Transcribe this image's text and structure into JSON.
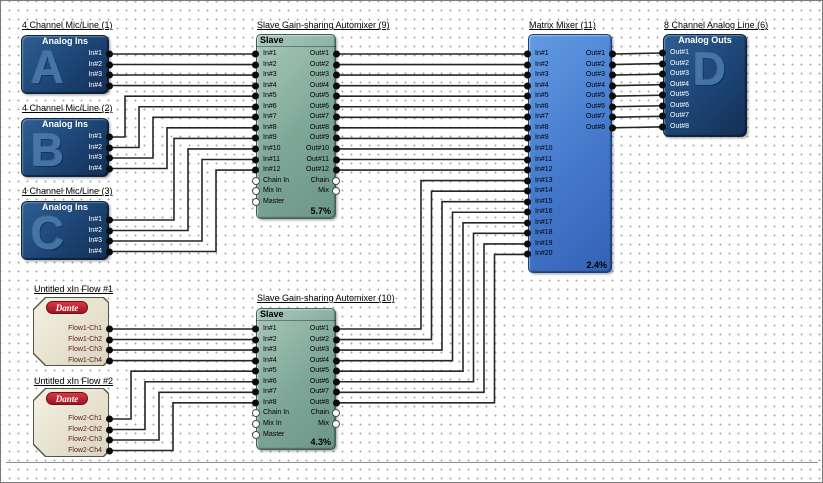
{
  "app": {
    "view_name": "signal-flow-design-canvas"
  },
  "colors": {
    "wire": "#262626",
    "analog_block": "#1c4474",
    "automixer_block": "#7da697",
    "matrix_block": "#4478cc",
    "dante_block": "#e6e2cf",
    "dante_badge": "#b01c28",
    "grid_dot": "#a9a9a9"
  },
  "nodes": [
    {
      "id": "mic1",
      "type": "analog-in",
      "title": "4 Channel Mic/Line (1)",
      "header": "Analog Ins",
      "watermark": "A",
      "ports": {
        "right": [
          {
            "label": "In#1",
            "kind": "signal"
          },
          {
            "label": "In#2",
            "kind": "signal"
          },
          {
            "label": "In#3",
            "kind": "signal"
          },
          {
            "label": "In#4",
            "kind": "signal"
          }
        ]
      }
    },
    {
      "id": "mic2",
      "type": "analog-in",
      "title": "4 Channel Mic/Line (2)",
      "header": "Analog Ins",
      "watermark": "B",
      "ports": {
        "right": [
          {
            "label": "In#1",
            "kind": "signal"
          },
          {
            "label": "In#2",
            "kind": "signal"
          },
          {
            "label": "In#3",
            "kind": "signal"
          },
          {
            "label": "In#4",
            "kind": "signal"
          }
        ]
      }
    },
    {
      "id": "mic3",
      "type": "analog-in",
      "title": "4 Channel Mic/Line (3)",
      "header": "Analog Ins",
      "watermark": "C",
      "ports": {
        "right": [
          {
            "label": "In#1",
            "kind": "signal"
          },
          {
            "label": "In#2",
            "kind": "signal"
          },
          {
            "label": "In#3",
            "kind": "signal"
          },
          {
            "label": "In#4",
            "kind": "signal"
          }
        ]
      }
    },
    {
      "id": "am9",
      "type": "automixer",
      "title": "Slave Gain-sharing Automixer (9)",
      "header": "Slave",
      "percent": "5.7%",
      "ports": {
        "left": [
          {
            "label": "In#1",
            "kind": "signal"
          },
          {
            "label": "In#2",
            "kind": "signal"
          },
          {
            "label": "In#3",
            "kind": "signal"
          },
          {
            "label": "In#4",
            "kind": "signal"
          },
          {
            "label": "In#5",
            "kind": "signal"
          },
          {
            "label": "In#6",
            "kind": "signal"
          },
          {
            "label": "In#7",
            "kind": "signal"
          },
          {
            "label": "In#8",
            "kind": "signal"
          },
          {
            "label": "In#9",
            "kind": "signal"
          },
          {
            "label": "In#10",
            "kind": "signal"
          },
          {
            "label": "In#11",
            "kind": "signal"
          },
          {
            "label": "In#12",
            "kind": "signal"
          },
          {
            "label": "Chain In",
            "kind": "control"
          },
          {
            "label": "Mix In",
            "kind": "control"
          },
          {
            "label": "Master",
            "kind": "control"
          }
        ],
        "right": [
          {
            "label": "Out#1",
            "kind": "signal"
          },
          {
            "label": "Out#2",
            "kind": "signal"
          },
          {
            "label": "Out#3",
            "kind": "signal"
          },
          {
            "label": "Out#4",
            "kind": "signal"
          },
          {
            "label": "Out#5",
            "kind": "signal"
          },
          {
            "label": "Out#6",
            "kind": "signal"
          },
          {
            "label": "Out#7",
            "kind": "signal"
          },
          {
            "label": "Out#8",
            "kind": "signal"
          },
          {
            "label": "Out#9",
            "kind": "signal"
          },
          {
            "label": "Out#10",
            "kind": "signal"
          },
          {
            "label": "Out#11",
            "kind": "signal"
          },
          {
            "label": "Out#12",
            "kind": "signal"
          },
          {
            "label": "Chain",
            "kind": "control"
          },
          {
            "label": "Mix",
            "kind": "control"
          }
        ]
      }
    },
    {
      "id": "am10",
      "type": "automixer",
      "title": "Slave Gain-sharing Automixer (10)",
      "header": "Slave",
      "percent": "4.3%",
      "ports": {
        "left": [
          {
            "label": "In#1",
            "kind": "signal"
          },
          {
            "label": "In#2",
            "kind": "signal"
          },
          {
            "label": "In#3",
            "kind": "signal"
          },
          {
            "label": "In#4",
            "kind": "signal"
          },
          {
            "label": "In#5",
            "kind": "signal"
          },
          {
            "label": "In#6",
            "kind": "signal"
          },
          {
            "label": "In#7",
            "kind": "signal"
          },
          {
            "label": "In#8",
            "kind": "signal"
          },
          {
            "label": "Chain In",
            "kind": "control"
          },
          {
            "label": "Mix In",
            "kind": "control"
          },
          {
            "label": "Master",
            "kind": "control"
          }
        ],
        "right": [
          {
            "label": "Out#1",
            "kind": "signal"
          },
          {
            "label": "Out#2",
            "kind": "signal"
          },
          {
            "label": "Out#3",
            "kind": "signal"
          },
          {
            "label": "Out#4",
            "kind": "signal"
          },
          {
            "label": "Out#5",
            "kind": "signal"
          },
          {
            "label": "Out#6",
            "kind": "signal"
          },
          {
            "label": "Out#7",
            "kind": "signal"
          },
          {
            "label": "Out#8",
            "kind": "signal"
          },
          {
            "label": "Chain",
            "kind": "control"
          },
          {
            "label": "Mix",
            "kind": "control"
          }
        ]
      }
    },
    {
      "id": "mm",
      "type": "matrix",
      "title": "Matrix Mixer (11)",
      "percent": "2.4%",
      "ports": {
        "left": [
          {
            "label": "In#1",
            "kind": "signal"
          },
          {
            "label": "In#2",
            "kind": "signal"
          },
          {
            "label": "In#3",
            "kind": "signal"
          },
          {
            "label": "In#4",
            "kind": "signal"
          },
          {
            "label": "In#5",
            "kind": "signal"
          },
          {
            "label": "In#6",
            "kind": "signal"
          },
          {
            "label": "In#7",
            "kind": "signal"
          },
          {
            "label": "In#8",
            "kind": "signal"
          },
          {
            "label": "In#9",
            "kind": "signal"
          },
          {
            "label": "In#10",
            "kind": "signal"
          },
          {
            "label": "In#11",
            "kind": "signal"
          },
          {
            "label": "In#12",
            "kind": "signal"
          },
          {
            "label": "In#13",
            "kind": "signal"
          },
          {
            "label": "In#14",
            "kind": "signal"
          },
          {
            "label": "In#15",
            "kind": "signal"
          },
          {
            "label": "In#16",
            "kind": "signal"
          },
          {
            "label": "In#17",
            "kind": "signal"
          },
          {
            "label": "In#18",
            "kind": "signal"
          },
          {
            "label": "In#19",
            "kind": "signal"
          },
          {
            "label": "In#20",
            "kind": "signal"
          }
        ],
        "right": [
          {
            "label": "Out#1",
            "kind": "signal"
          },
          {
            "label": "Out#2",
            "kind": "signal"
          },
          {
            "label": "Out#3",
            "kind": "signal"
          },
          {
            "label": "Out#4",
            "kind": "signal"
          },
          {
            "label": "Out#5",
            "kind": "signal"
          },
          {
            "label": "Out#6",
            "kind": "signal"
          },
          {
            "label": "Out#7",
            "kind": "signal"
          },
          {
            "label": "Out#8",
            "kind": "signal"
          }
        ]
      }
    },
    {
      "id": "ao",
      "type": "analog-out",
      "title": "8 Channel Analog Line (6)",
      "header": "Analog Outs",
      "watermark": "D",
      "ports": {
        "left": [
          {
            "label": "Out#1",
            "kind": "signal"
          },
          {
            "label": "Out#2",
            "kind": "signal"
          },
          {
            "label": "Out#3",
            "kind": "signal"
          },
          {
            "label": "Out#4",
            "kind": "signal"
          },
          {
            "label": "Out#5",
            "kind": "signal"
          },
          {
            "label": "Out#6",
            "kind": "signal"
          },
          {
            "label": "Out#7",
            "kind": "signal"
          },
          {
            "label": "Out#8",
            "kind": "signal"
          }
        ]
      }
    },
    {
      "id": "dante1",
      "type": "dante",
      "title": "Untitled xIn Flow #1",
      "badge": "Dante",
      "ports": {
        "right": [
          {
            "label": "Flow1-Ch1",
            "kind": "signal"
          },
          {
            "label": "Flow1-Ch2",
            "kind": "signal"
          },
          {
            "label": "Flow1-Ch3",
            "kind": "signal"
          },
          {
            "label": "Flow1-Ch4",
            "kind": "signal"
          }
        ]
      }
    },
    {
      "id": "dante2",
      "type": "dante",
      "title": "Untitled xIn Flow #2",
      "badge": "Dante",
      "ports": {
        "right": [
          {
            "label": "Flow2-Ch1",
            "kind": "signal"
          },
          {
            "label": "Flow2-Ch2",
            "kind": "signal"
          },
          {
            "label": "Flow2-Ch3",
            "kind": "signal"
          },
          {
            "label": "Flow2-Ch4",
            "kind": "signal"
          }
        ]
      }
    }
  ],
  "connections": [
    {
      "from": "mic1.right.0",
      "to": "am9.left.0"
    },
    {
      "from": "mic1.right.1",
      "to": "am9.left.1"
    },
    {
      "from": "mic1.right.2",
      "to": "am9.left.2"
    },
    {
      "from": "mic1.right.3",
      "to": "am9.left.3"
    },
    {
      "from": "mic2.right.0",
      "to": "am9.left.4"
    },
    {
      "from": "mic2.right.1",
      "to": "am9.left.5"
    },
    {
      "from": "mic2.right.2",
      "to": "am9.left.6"
    },
    {
      "from": "mic2.right.3",
      "to": "am9.left.7"
    },
    {
      "from": "mic3.right.0",
      "to": "am9.left.8"
    },
    {
      "from": "mic3.right.1",
      "to": "am9.left.9"
    },
    {
      "from": "mic3.right.2",
      "to": "am9.left.10"
    },
    {
      "from": "mic3.right.3",
      "to": "am9.left.11"
    },
    {
      "from": "am9.right.0",
      "to": "mm.left.0"
    },
    {
      "from": "am9.right.1",
      "to": "mm.left.1"
    },
    {
      "from": "am9.right.2",
      "to": "mm.left.2"
    },
    {
      "from": "am9.right.3",
      "to": "mm.left.3"
    },
    {
      "from": "am9.right.4",
      "to": "mm.left.4"
    },
    {
      "from": "am9.right.5",
      "to": "mm.left.5"
    },
    {
      "from": "am9.right.6",
      "to": "mm.left.6"
    },
    {
      "from": "am9.right.7",
      "to": "mm.left.7"
    },
    {
      "from": "am9.right.8",
      "to": "mm.left.8"
    },
    {
      "from": "am9.right.9",
      "to": "mm.left.9"
    },
    {
      "from": "am9.right.10",
      "to": "mm.left.10"
    },
    {
      "from": "am9.right.11",
      "to": "mm.left.11"
    },
    {
      "from": "am10.right.0",
      "to": "mm.left.12"
    },
    {
      "from": "am10.right.1",
      "to": "mm.left.13"
    },
    {
      "from": "am10.right.2",
      "to": "mm.left.14"
    },
    {
      "from": "am10.right.3",
      "to": "mm.left.15"
    },
    {
      "from": "am10.right.4",
      "to": "mm.left.16"
    },
    {
      "from": "am10.right.5",
      "to": "mm.left.17"
    },
    {
      "from": "am10.right.6",
      "to": "mm.left.18"
    },
    {
      "from": "am10.right.7",
      "to": "mm.left.19"
    },
    {
      "from": "mm.right.0",
      "to": "ao.left.0"
    },
    {
      "from": "mm.right.1",
      "to": "ao.left.1"
    },
    {
      "from": "mm.right.2",
      "to": "ao.left.2"
    },
    {
      "from": "mm.right.3",
      "to": "ao.left.3"
    },
    {
      "from": "mm.right.4",
      "to": "ao.left.4"
    },
    {
      "from": "mm.right.5",
      "to": "ao.left.5"
    },
    {
      "from": "mm.right.6",
      "to": "ao.left.6"
    },
    {
      "from": "mm.right.7",
      "to": "ao.left.7"
    },
    {
      "from": "dante1.right.0",
      "to": "am10.left.0"
    },
    {
      "from": "dante1.right.1",
      "to": "am10.left.1"
    },
    {
      "from": "dante1.right.2",
      "to": "am10.left.2"
    },
    {
      "from": "dante1.right.3",
      "to": "am10.left.3"
    },
    {
      "from": "dante2.right.0",
      "to": "am10.left.4"
    },
    {
      "from": "dante2.right.1",
      "to": "am10.left.5"
    },
    {
      "from": "dante2.right.2",
      "to": "am10.left.6"
    },
    {
      "from": "dante2.right.3",
      "to": "am10.left.7"
    }
  ]
}
